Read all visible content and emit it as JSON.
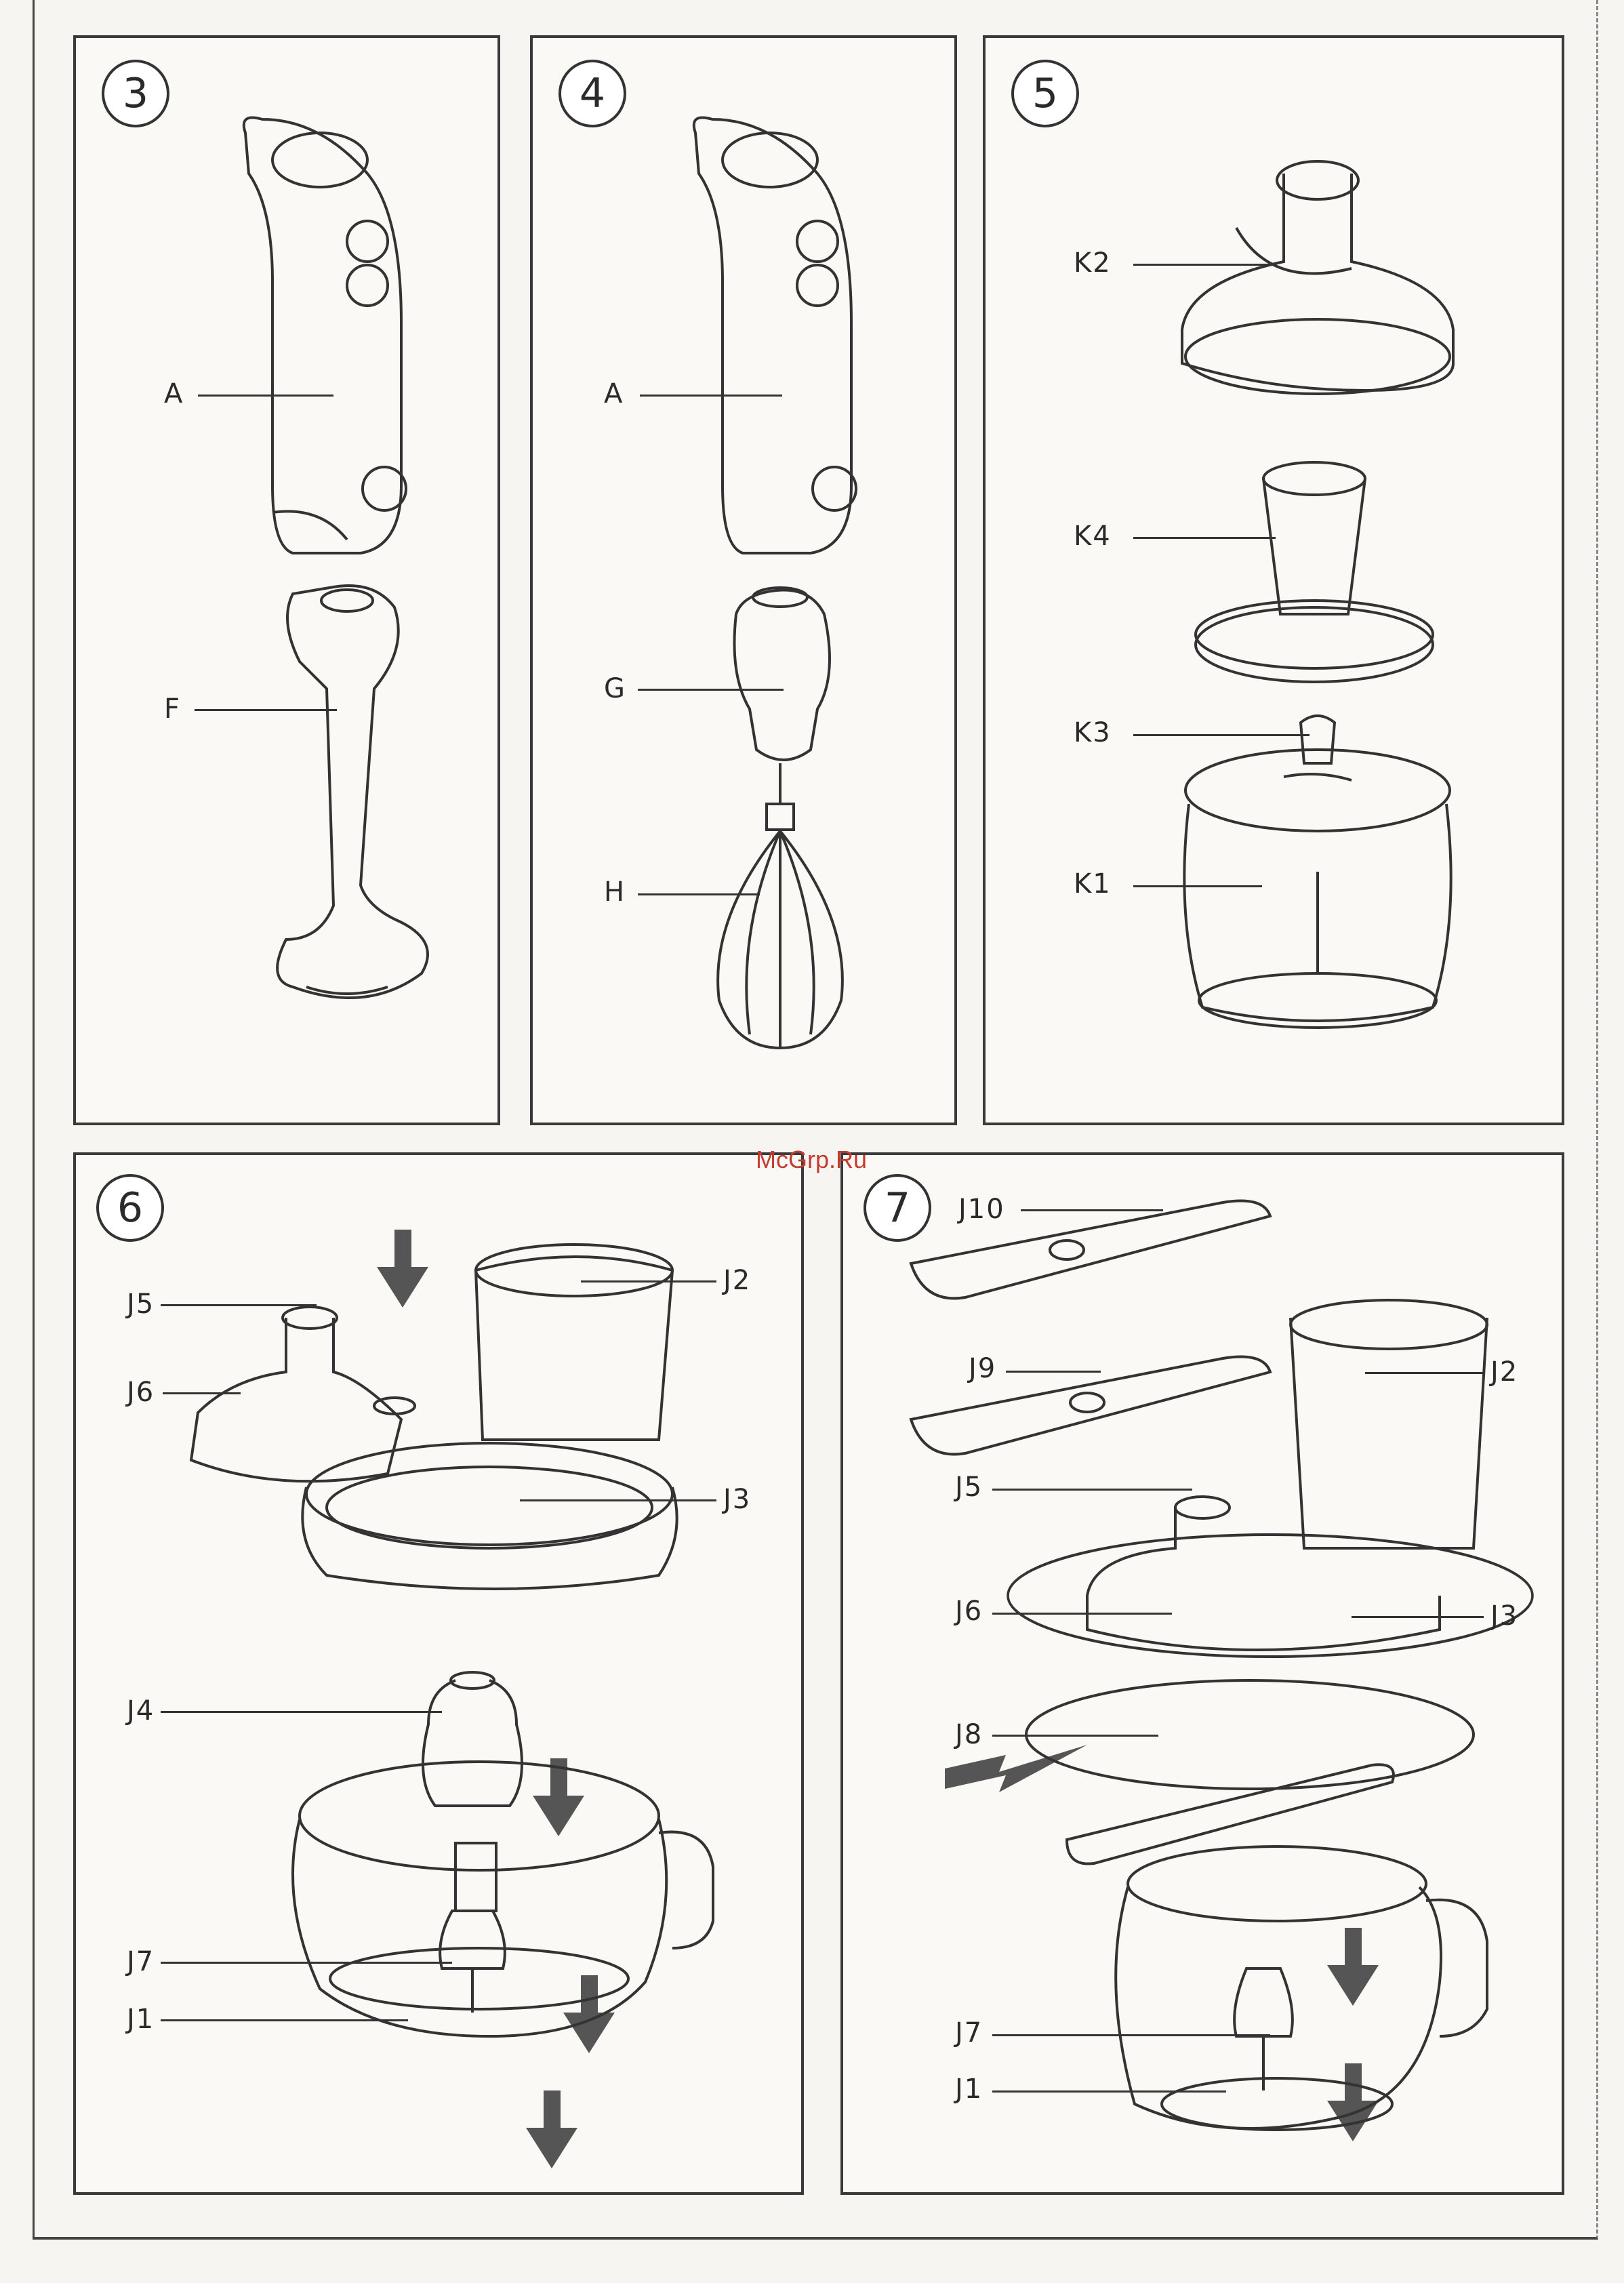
{
  "watermark": "McGrp.Ru",
  "panels": [
    {
      "number": "3",
      "labels": {
        "a": "A",
        "f": "F"
      }
    },
    {
      "number": "4",
      "labels": {
        "a": "A",
        "g": "G",
        "h": "H"
      }
    },
    {
      "number": "5",
      "labels": {
        "k2": "K2",
        "k4": "K4",
        "k3": "K3",
        "k1": "K1"
      }
    },
    {
      "number": "6",
      "labels": {
        "j5": "J5",
        "j2": "J2",
        "j6": "J6",
        "j3": "J3",
        "j4": "J4",
        "j7": "J7",
        "j1": "J1"
      }
    },
    {
      "number": "7",
      "labels": {
        "j10": "J10",
        "j9": "J9",
        "j2": "J2",
        "j5": "J5",
        "j6": "J6",
        "j3": "J3",
        "j8": "J8",
        "j7": "J7",
        "j1": "J1"
      }
    }
  ]
}
